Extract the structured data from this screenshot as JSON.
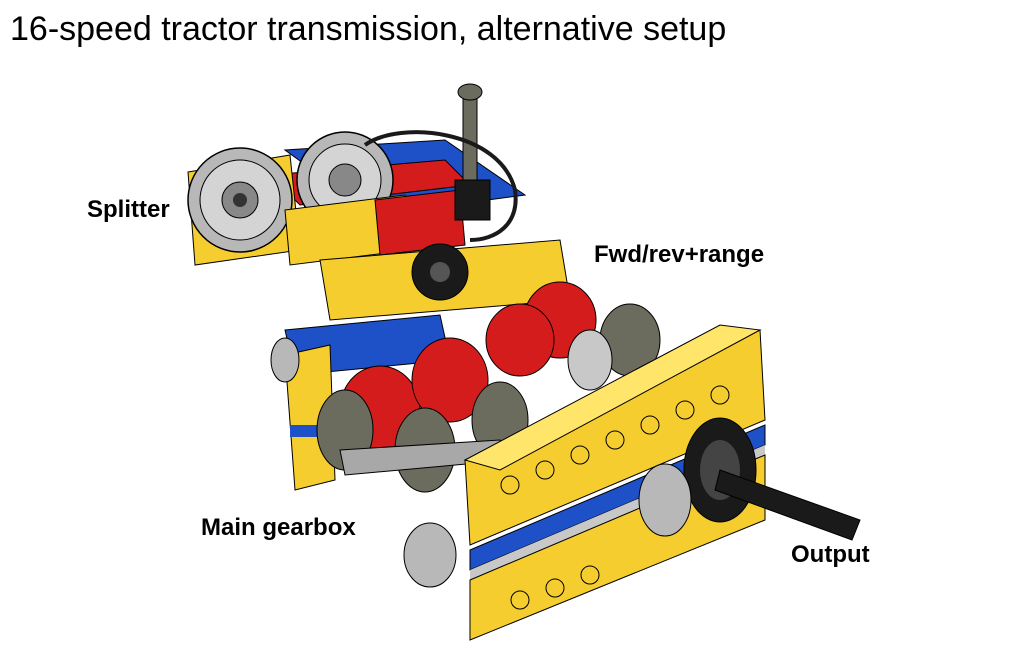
{
  "title": "16-speed tractor transmission, alternative setup",
  "labels": {
    "splitter": "Splitter",
    "fwd_rev_range": "Fwd/rev+range",
    "main_gearbox": "Main gearbox",
    "output": "Output"
  },
  "colors": {
    "yellow": "#f5cd2f",
    "red": "#d41c1c",
    "blue": "#1e50c8",
    "light_gray": "#a8a8a8",
    "dark_gray": "#6b6b5e",
    "black": "#1a1a1a"
  }
}
